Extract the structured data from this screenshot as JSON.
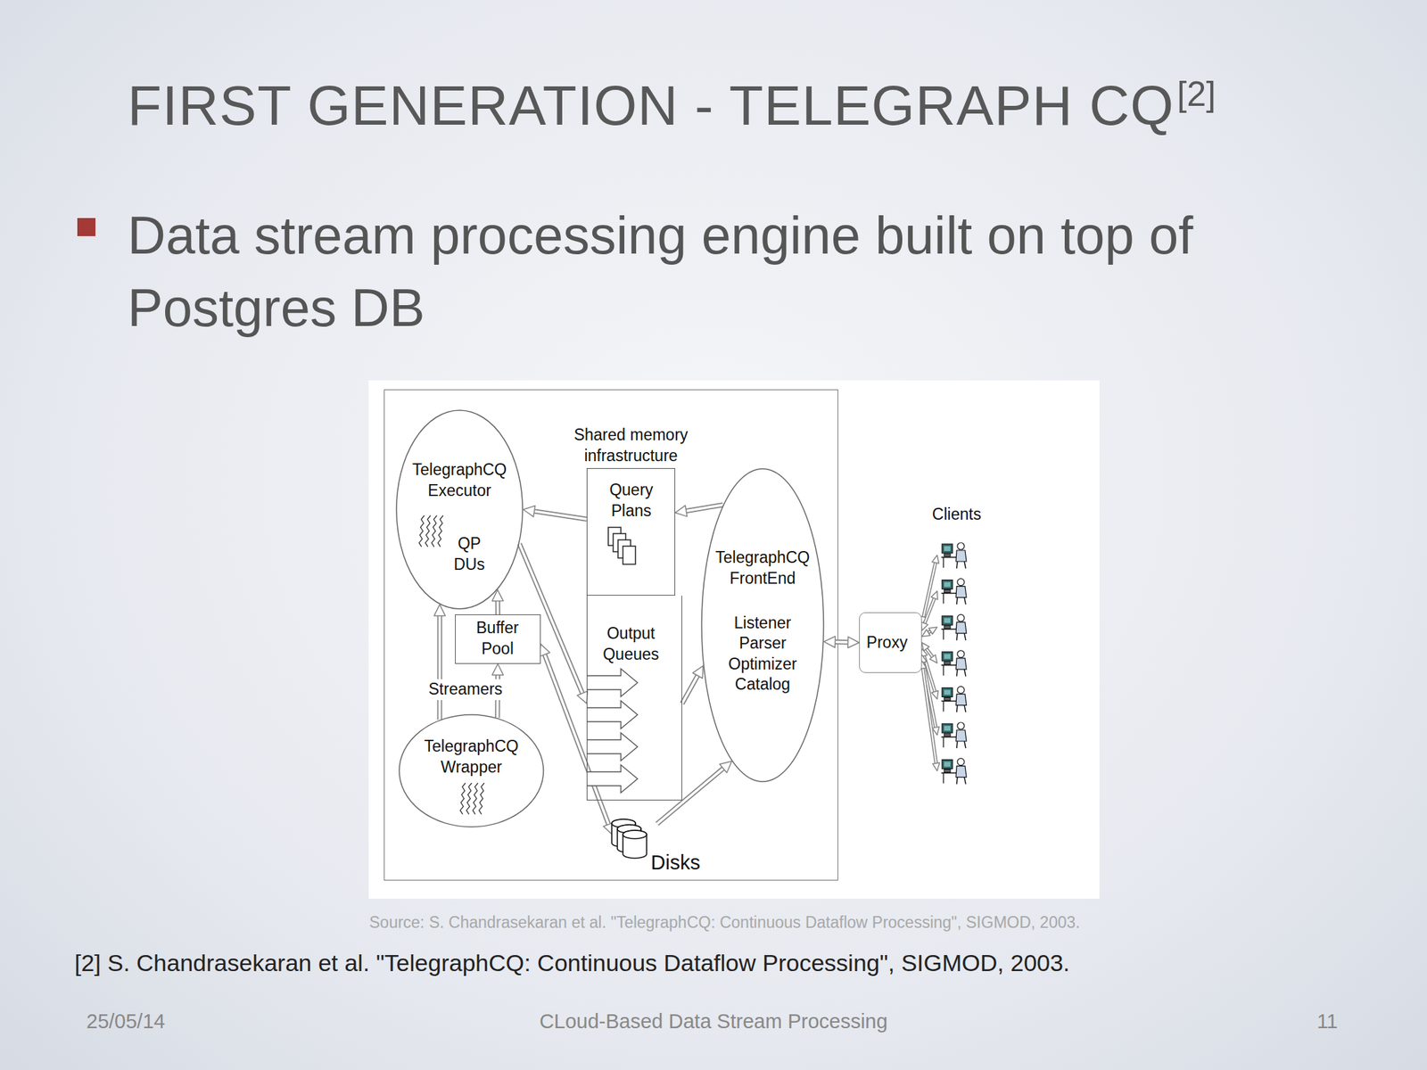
{
  "diagram": {
    "title": "FIRST GENERATION - TELEGRAPH CQ",
    "caption": "Source: S. Chandrasekaran et al. \"TelegraphCQ: Continuous Dataflow Processing\", SIGMOD, 2003.",
    "nodes": [
      {
        "text": [
          "TelegraphCQ Executor",
          "QP DUs"
        ]
      },
      {
        "text": [
          "Shared memory infrastructure"
        ]
      },
      {
        "text": [
          "Query Plans"
        ],
        "in": 1
      },
      {
        "text": [
          "Output Queues"
        ],
        "in": 1
      },
      {
        "text": [
          "TelegraphCQ FrontEnd",
          "Listener Parser Optimizer Catalog"
        ]
      },
      {
        "text": [
          "Buffer Pool"
        ]
      },
      {
        "text": [
          "TelegraphCQ Wrapper"
        ]
      },
      {
        "text": [
          "Disks"
        ]
      },
      {
        "text": [
          "Proxy"
        ]
      },
      {
        "text": [
          "Clients"
        ]
      }
    ],
    "edges": [
      {
        "from": 2,
        "to": 0,
        "arrow": "to"
      },
      {
        "from": 4,
        "to": 2,
        "arrow": "to"
      },
      {
        "from": 0,
        "to": 3,
        "arrow": "to"
      },
      {
        "from": 3,
        "to": 4,
        "arrow": "to"
      },
      {
        "from": 4,
        "to": 8,
        "arrow": "both"
      },
      {
        "from": 6,
        "to": 0,
        "arrow": "to"
      },
      {
        "from": 6,
        "to": 5,
        "arrow": "to"
      },
      {
        "from": 5,
        "to": 0,
        "arrow": "to"
      },
      {
        "from": 5,
        "to": 7,
        "arrow": "both"
      },
      {
        "from": 7,
        "to": 4,
        "arrow": "to"
      },
      {
        "from": 8,
        "to": 9,
        "arrow": "both"
      },
      {
        "from": 8,
        "to": 9,
        "arrow": "both"
      },
      {
        "from": 8,
        "to": 9,
        "arrow": "both"
      },
      {
        "from": 8,
        "to": 9,
        "arrow": "both"
      },
      {
        "from": 8,
        "to": 9,
        "arrow": "both"
      },
      {
        "from": 8,
        "to": 9,
        "arrow": "both"
      },
      {
        "from": 8,
        "to": 9,
        "arrow": "both"
      }
    ],
    "labels": [
      "[2]",
      "Data stream processing engine built on top of Postgres DB",
      "Streamers",
      "[2] S. Chandrasekaran et al. \"TelegraphCQ: Continuous Dataflow Processing\", SIGMOD, 2003.",
      "25/05/14",
      "CLoud-Based Data Stream Processing",
      "11"
    ]
  }
}
